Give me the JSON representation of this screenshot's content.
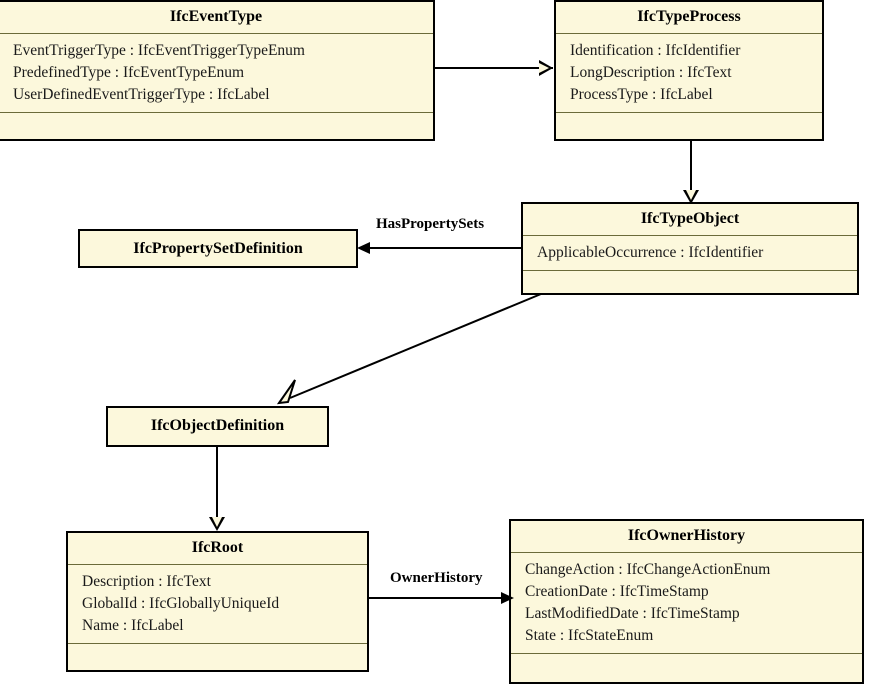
{
  "diagram": {
    "type": "uml-class-diagram",
    "title": "IFC IfcEventType inheritance and association diagram",
    "colors": {
      "box_fill": "#fcf8dc",
      "box_border": "#000000",
      "compartment_divider": "#6b6b3a",
      "edge": "#000000",
      "background": "#ffffff"
    }
  },
  "classes": [
    {
      "id": "IfcEventType",
      "name": "IfcEventType",
      "attributes": [
        "EventTriggerType : IfcEventTriggerTypeEnum",
        "PredefinedType : IfcEventTypeEnum",
        "UserDefinedEventTriggerType : IfcLabel"
      ],
      "operations": [],
      "has_compartments": true
    },
    {
      "id": "IfcTypeProcess",
      "name": "IfcTypeProcess",
      "attributes": [
        "Identification : IfcIdentifier",
        "LongDescription : IfcText",
        "ProcessType : IfcLabel"
      ],
      "operations": [],
      "has_compartments": true
    },
    {
      "id": "IfcTypeObject",
      "name": "IfcTypeObject",
      "attributes": [
        "ApplicableOccurrence : IfcIdentifier"
      ],
      "operations": [],
      "has_compartments": true
    },
    {
      "id": "IfcPropertySetDefinition",
      "name": "IfcPropertySetDefinition",
      "attributes": [],
      "operations": [],
      "has_compartments": false
    },
    {
      "id": "IfcObjectDefinition",
      "name": "IfcObjectDefinition",
      "attributes": [],
      "operations": [],
      "has_compartments": false
    },
    {
      "id": "IfcRoot",
      "name": "IfcRoot",
      "attributes": [
        "Description : IfcText",
        "GlobalId : IfcGloballyUniqueId",
        "Name : IfcLabel"
      ],
      "operations": [],
      "has_compartments": true
    },
    {
      "id": "IfcOwnerHistory",
      "name": "IfcOwnerHistory",
      "attributes": [
        "ChangeAction : IfcChangeActionEnum",
        "CreationDate : IfcTimeStamp",
        "LastModifiedDate : IfcTimeStamp",
        "State : IfcStateEnum"
      ],
      "operations": [],
      "has_compartments": true
    }
  ],
  "relationships": [
    {
      "id": "rel-eventtype-typeprocess",
      "from": "IfcEventType",
      "to": "IfcTypeProcess",
      "kind": "generalization",
      "arrowhead": "hollow-triangle",
      "label": ""
    },
    {
      "id": "rel-typeprocess-typeobject",
      "from": "IfcTypeProcess",
      "to": "IfcTypeObject",
      "kind": "generalization",
      "arrowhead": "hollow-triangle",
      "label": ""
    },
    {
      "id": "rel-typeobject-propertysetdefinition",
      "from": "IfcTypeObject",
      "to": "IfcPropertySetDefinition",
      "kind": "association",
      "arrowhead": "solid-arrow",
      "label": "HasPropertySets"
    },
    {
      "id": "rel-typeobject-objectdefinition",
      "from": "IfcTypeObject",
      "to": "IfcObjectDefinition",
      "kind": "generalization",
      "arrowhead": "hollow-triangle",
      "label": ""
    },
    {
      "id": "rel-objectdefinition-root",
      "from": "IfcObjectDefinition",
      "to": "IfcRoot",
      "kind": "generalization",
      "arrowhead": "hollow-triangle",
      "label": ""
    },
    {
      "id": "rel-root-ownerhistory",
      "from": "IfcRoot",
      "to": "IfcOwnerHistory",
      "kind": "association",
      "arrowhead": "solid-arrow",
      "label": "OwnerHistory"
    }
  ],
  "edge_labels": {
    "has_property_sets": "HasPropertySets",
    "owner_history": "OwnerHistory"
  }
}
